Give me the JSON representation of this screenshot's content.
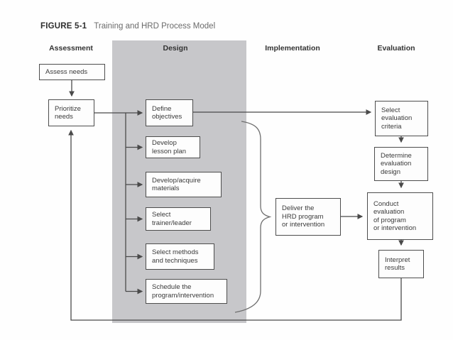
{
  "figure": {
    "label": "FIGURE 5-1",
    "title": "Training and HRD Process Model"
  },
  "columns": [
    {
      "id": "assessment",
      "label": "Assessment"
    },
    {
      "id": "design",
      "label": "Design"
    },
    {
      "id": "implementation",
      "label": "Implementation"
    },
    {
      "id": "evaluation",
      "label": "Evaluation"
    }
  ],
  "nodes": {
    "assess_needs": "Assess needs",
    "prioritize_needs": "Prioritize\nneeds",
    "define_objectives": "Define\nobjectives",
    "develop_lesson_plan": "Develop\nlesson plan",
    "develop_acquire_materials": "Develop/acquire\nmaterials",
    "select_trainer_leader": "Select\ntrainer/leader",
    "select_methods_techniques": "Select methods\nand techniques",
    "schedule_program_intervention": "Schedule the\nprogram/intervention",
    "deliver_program": "Deliver the\nHRD program\nor intervention",
    "select_evaluation_criteria": "Select\nevaluation\ncriteria",
    "determine_evaluation_design": "Determine\nevaluation\ndesign",
    "conduct_evaluation": "Conduct\nevaluation\nof program\nor intervention",
    "interpret_results": "Interpret\nresults"
  },
  "edges": [
    {
      "from": "Assess needs",
      "to": "Prioritize needs"
    },
    {
      "from": "Prioritize needs",
      "to": "Define objectives"
    },
    {
      "from": "Prioritize needs",
      "to": "Develop lesson plan"
    },
    {
      "from": "Prioritize needs",
      "to": "Develop/acquire materials"
    },
    {
      "from": "Prioritize needs",
      "to": "Select trainer/leader"
    },
    {
      "from": "Prioritize needs",
      "to": "Select methods and techniques"
    },
    {
      "from": "Prioritize needs",
      "to": "Schedule the program/intervention"
    },
    {
      "from": "Define objectives",
      "to": "Select evaluation criteria"
    },
    {
      "from": "Design phase activities (brace)",
      "to": "Deliver the HRD program or intervention"
    },
    {
      "from": "Deliver the HRD program or intervention",
      "to": "Conduct evaluation of program or intervention"
    },
    {
      "from": "Select evaluation criteria",
      "to": "Determine evaluation design"
    },
    {
      "from": "Determine evaluation design",
      "to": "Conduct evaluation of program or intervention"
    },
    {
      "from": "Conduct evaluation of program or intervention",
      "to": "Interpret results"
    },
    {
      "from": "Interpret results",
      "to": "Prioritize needs"
    }
  ],
  "colors": {
    "design_band": "#c7c7ca",
    "box_border": "#4d4d4d",
    "connector_line": "#4a4a4a",
    "brace_line": "#6e6e6e",
    "text": "#3a3a3a"
  }
}
